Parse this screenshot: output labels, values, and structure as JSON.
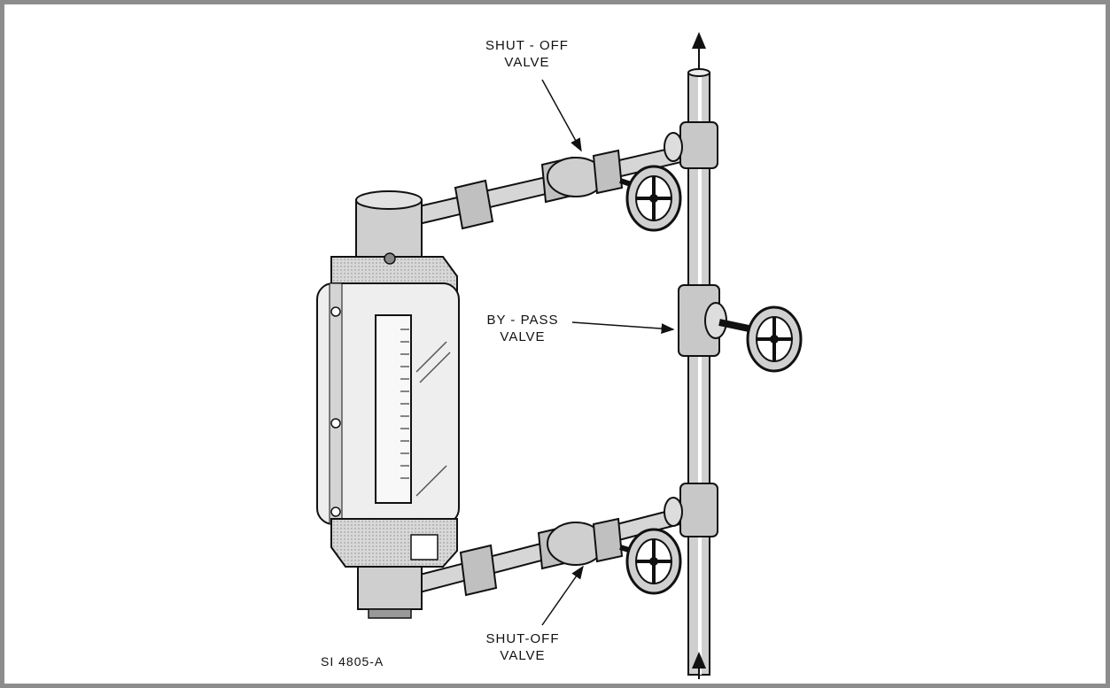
{
  "labels": {
    "shutoff_top": {
      "line1": "SHUT - OFF",
      "line2": "VALVE"
    },
    "bypass": {
      "line1": "BY - PASS",
      "line2": "VALVE"
    },
    "shutoff_bottom": {
      "line1": "SHUT-OFF",
      "line2": "VALVE"
    },
    "figure_id": "SI 4805-A"
  },
  "colors": {
    "ink": "#111111",
    "frame": "#8c8c8c",
    "shade": "#c8c8c8",
    "glass": "#e6e6e6"
  }
}
